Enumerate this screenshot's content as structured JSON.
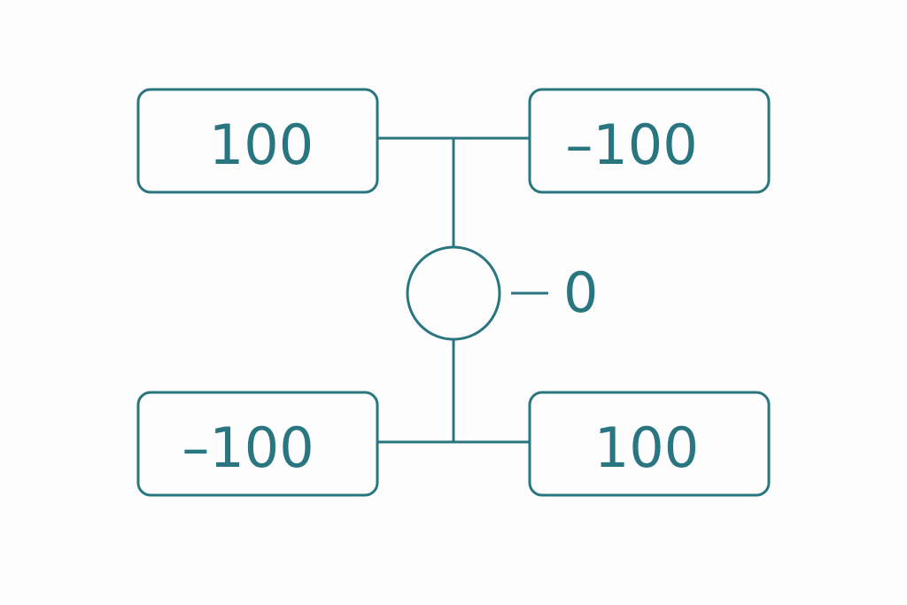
{
  "colors": {
    "stroke": "#2a7680",
    "text": "#2a7680",
    "background": "#fdfdfd"
  },
  "boxes": {
    "top_left": "100",
    "top_right": "–100",
    "bottom_left": "–100",
    "bottom_right": "100"
  },
  "center": {
    "label": "— 0"
  }
}
